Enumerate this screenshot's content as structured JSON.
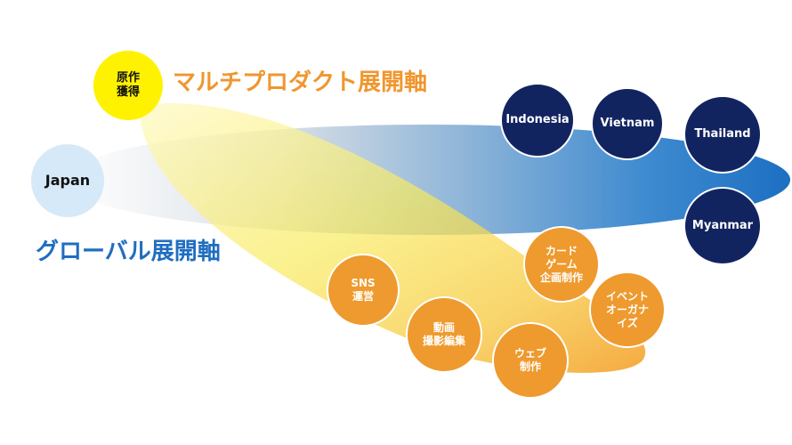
{
  "origin": {
    "text": "Japan"
  },
  "ip_acquisition": {
    "line1": "原作",
    "line2": "獲得"
  },
  "multi_product_axis": {
    "label": "マルチプロダクト展開軸"
  },
  "global_axis": {
    "label": "グローバル展開軸"
  },
  "countries": [
    "Indonesia",
    "Vietnam",
    "Thailand",
    "Myanmar"
  ],
  "products": [
    {
      "line1": "SNS",
      "line2": "運営"
    },
    {
      "line1": "動画",
      "line2": "撮影編集"
    },
    {
      "line1": "ウェブ",
      "line2": "制作"
    },
    {
      "line1": "カード",
      "line2": "ゲーム",
      "line3": "企画制作"
    },
    {
      "line1": "イベント",
      "line2": "オーガナ",
      "line3": "イズ"
    }
  ],
  "colors": {
    "navy": "#122460",
    "orange": "#EE9A2E",
    "blue_axis": "#1F6EC0",
    "orange_axis": "#F0962E",
    "yellow": "#FFF200",
    "japan": "#D6E9F8"
  }
}
